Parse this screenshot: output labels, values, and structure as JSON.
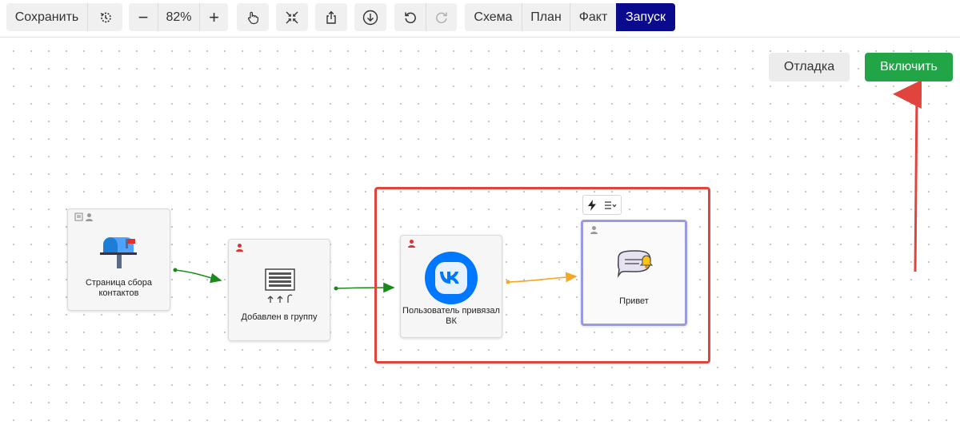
{
  "toolbar": {
    "save_label": "Сохранить",
    "zoom_out_label": "−",
    "zoom_level": "82%",
    "zoom_in_label": "+",
    "tabs": [
      {
        "label": "Схема",
        "active": false
      },
      {
        "label": "План",
        "active": false
      },
      {
        "label": "Факт",
        "active": false
      },
      {
        "label": "Запуск",
        "active": true
      }
    ]
  },
  "actions": {
    "debug_label": "Отладка",
    "enable_label": "Включить"
  },
  "nodes": {
    "contact_page": {
      "label": "Страница сбора контактов",
      "icon": "mailbox-icon"
    },
    "group_added": {
      "label": "Добавлен в группу",
      "icon": "group-list-icon"
    },
    "vk_linked": {
      "label": "Пользователь привязал ВК",
      "icon": "vk-logo-icon"
    },
    "hello": {
      "label": "Привет",
      "icon": "message-bell-icon"
    }
  },
  "colors": {
    "accent_dark": "#0a0a8c",
    "enable_green": "#22a547",
    "highlight_red": "#e0443c",
    "annotation_arrow": "#e0443c",
    "edge_green": "#1a8a1a",
    "edge_orange": "#f5a623",
    "selected_node_border": "#9a9ae0",
    "vk_blue": "#0077ff"
  }
}
